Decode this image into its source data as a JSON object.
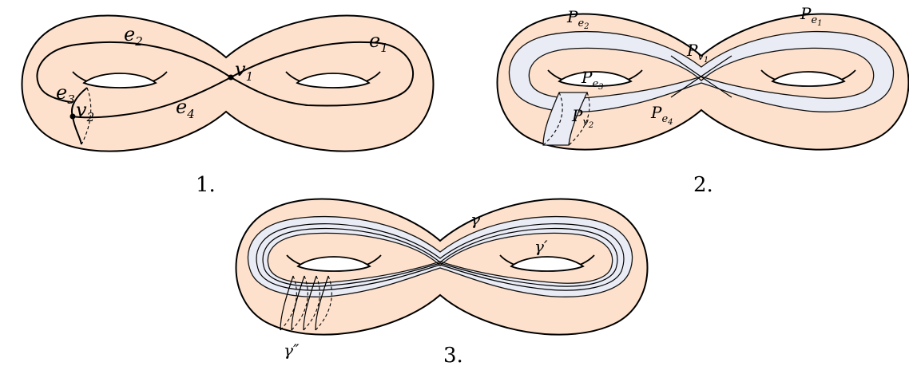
{
  "panel1": {
    "caption": "1.",
    "labels": {
      "e1": {
        "main": "e",
        "sub": "1"
      },
      "e2": {
        "main": "e",
        "sub": "2"
      },
      "e3": {
        "main": "e",
        "sub": "3"
      },
      "e4": {
        "main": "e",
        "sub": "4"
      },
      "v1": {
        "main": "v",
        "sub": "1"
      },
      "v2": {
        "main": "v",
        "sub": "2"
      }
    }
  },
  "panel2": {
    "caption": "2.",
    "labels": {
      "Pe1": {
        "main": "P",
        "sub": "e",
        "subsub": "1"
      },
      "Pe2": {
        "main": "P",
        "sub": "e",
        "subsub": "2"
      },
      "Pe3": {
        "main": "P",
        "sub": "e",
        "subsub": "3"
      },
      "Pe4": {
        "main": "P",
        "sub": "e",
        "subsub": "4"
      },
      "Pv1": {
        "main": "P",
        "sub": "v",
        "subsub": "1"
      },
      "Pv2": {
        "main": "P",
        "sub": "v",
        "subsub": "2"
      }
    }
  },
  "panel3": {
    "caption": "3.",
    "labels": {
      "gamma": "γ",
      "gamma_prime": "γ′",
      "gamma_dprime": "γ″"
    }
  },
  "colors": {
    "surface": "#fde1cc",
    "band": "#e9ebf5",
    "stroke": "#000000"
  }
}
